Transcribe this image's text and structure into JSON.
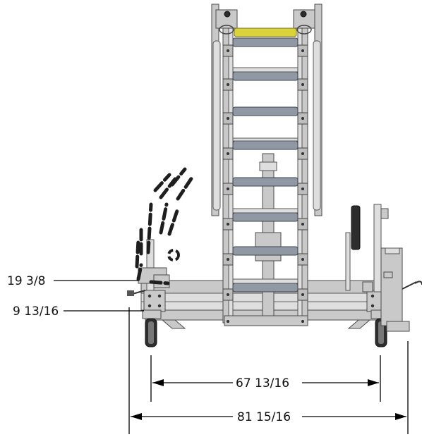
{
  "drawing": {
    "dimensions": {
      "height_upper": "19 3/8",
      "height_lower": "9 13/16",
      "inner_width": "67 13/16",
      "outer_width": "81 15/16"
    },
    "colors": {
      "steel": "#c9c9c9",
      "roller": "#8f98a3",
      "top_roller": "#d9d23a",
      "dark": "#2d2d2d"
    }
  }
}
